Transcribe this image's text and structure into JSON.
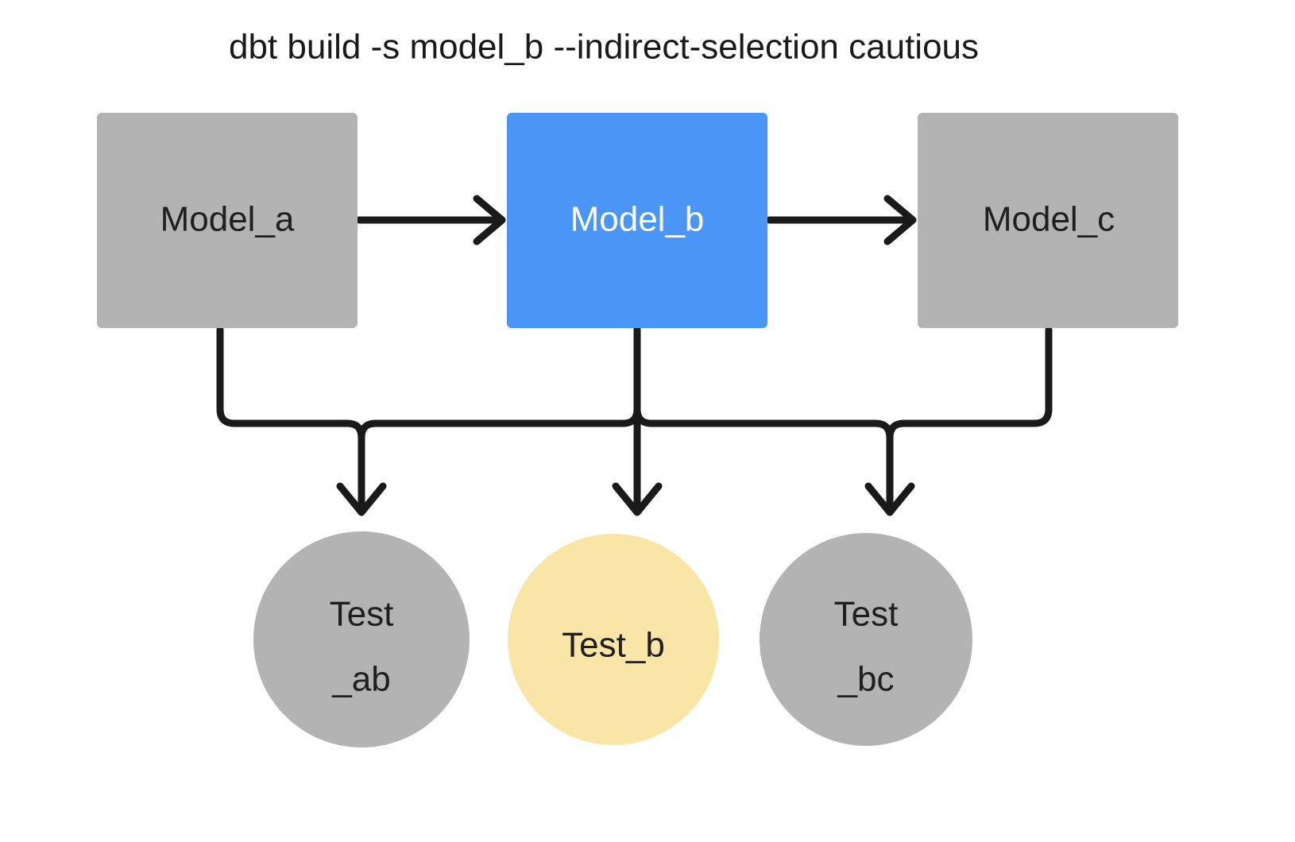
{
  "title": "dbt build -s model_b --indirect-selection cautious",
  "colors": {
    "background": "#ffffff",
    "node_gray": "#b3b3b3",
    "node_blue": "#4a96f7",
    "node_yellow": "#f9e6a6",
    "edge": "#1a1a1a",
    "text_dark": "#1f1f1f",
    "text_light": "#ffffff"
  },
  "models": [
    {
      "id": "model_a",
      "label": "Model_a",
      "fill": "#b3b3b3",
      "text": "#1f1f1f",
      "selected": false
    },
    {
      "id": "model_b",
      "label": "Model_b",
      "fill": "#4a96f7",
      "text": "#ffffff",
      "selected": true
    },
    {
      "id": "model_c",
      "label": "Model_c",
      "fill": "#b3b3b3",
      "text": "#1f1f1f",
      "selected": false
    }
  ],
  "tests": [
    {
      "id": "test_ab",
      "line1": "Test",
      "line2": "_ab",
      "fill": "#b3b3b3",
      "text": "#1f1f1f",
      "selected": false
    },
    {
      "id": "test_b",
      "line1": "Test_b",
      "line2": "",
      "fill": "#f9e6a6",
      "text": "#1f1f1f",
      "selected": true
    },
    {
      "id": "test_bc",
      "line1": "Test",
      "line2": "_bc",
      "fill": "#b3b3b3",
      "text": "#1f1f1f",
      "selected": false
    }
  ],
  "edges": [
    {
      "id": "model_a-to-model_b",
      "from": "model_a",
      "to": "model_b"
    },
    {
      "id": "model_b-to-model_c",
      "from": "model_b",
      "to": "model_c"
    },
    {
      "id": "model_a-to-test_ab",
      "from": "model_a",
      "to": "test_ab"
    },
    {
      "id": "model_b-to-test_ab",
      "from": "model_b",
      "to": "test_ab"
    },
    {
      "id": "model_b-to-test_b",
      "from": "model_b",
      "to": "test_b"
    },
    {
      "id": "model_b-to-test_bc",
      "from": "model_b",
      "to": "test_bc"
    },
    {
      "id": "model_c-to-test_bc",
      "from": "model_c",
      "to": "test_bc"
    }
  ]
}
